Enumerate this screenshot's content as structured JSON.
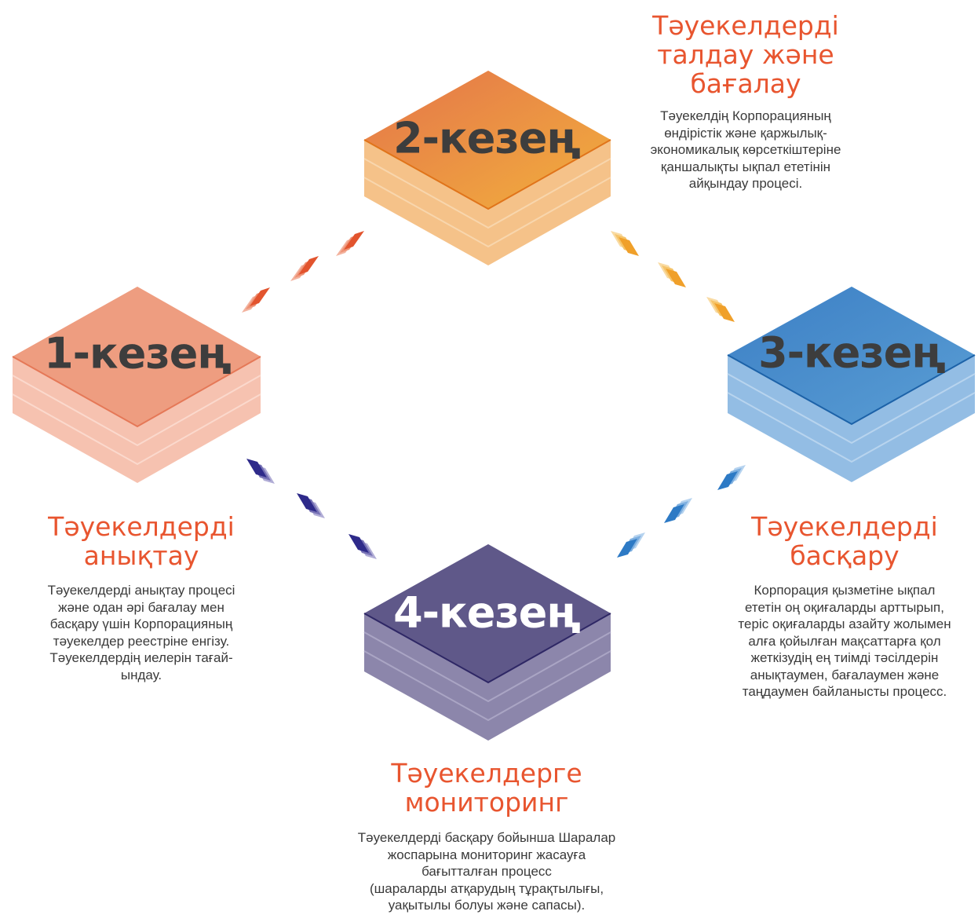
{
  "colors": {
    "title": "#e8552f",
    "desc": "#3a3a3a",
    "stage1": "#ea8f73",
    "stage2": "#ef8c2b",
    "stage3": "#3f87c9",
    "stage4": "#4d4478",
    "arrows_1_2": "#e2542e",
    "arrows_2_3": "#f0a02a",
    "arrows_3_4": "#2d7ac5",
    "arrows_4_1": "#2e2a8a"
  },
  "stages": [
    {
      "label": "1-кезең",
      "title_lines": [
        "Тәуекелдерді",
        "анықтау"
      ],
      "desc_lines": [
        "Тәуекелдерді анықтау процесі",
        "және одан әрі бағалау мен",
        "басқару үшін Корпорацияның",
        "тәуекелдер реестріне енгізу.",
        "Тәуекелдердің иелерін тағай-",
        "ындау."
      ]
    },
    {
      "label": "2-кезең",
      "title_lines": [
        "Тәуекелдерді",
        "талдау және",
        "бағалау"
      ],
      "desc_lines": [
        "Тәуекелдің Корпорацияның",
        "өндірістік және қаржылық-",
        "экономикалық көрсеткіштеріне",
        "қаншалықты ықпал ететінін",
        "айқындау процесі."
      ]
    },
    {
      "label": "3-кезең",
      "title_lines": [
        "Тәуекелдерді",
        "басқару"
      ],
      "desc_lines": [
        "Корпорация қызметіне ықпал",
        "ететін оң оқиғаларды арттырып,",
        "теріс оқиғаларды азайту жолымен",
        "алға қойылған мақсаттарға қол",
        "жеткізудің ең тиімді тәсілдерін",
        "анықтаумен, бағалаумен және",
        "таңдаумен байланысты процесс."
      ]
    },
    {
      "label": "4-кезең",
      "title_lines": [
        "Тәуекелдерге",
        "мониторинг"
      ],
      "desc_lines": [
        "Тәуекелдерді басқару бойынша Шаралар",
        "жоспарына мониторинг жасауға",
        "бағытталған процесс",
        "(шараларды атқарудың тұрақтылығы,",
        "уақытылы болуы және сапасы)."
      ]
    }
  ]
}
